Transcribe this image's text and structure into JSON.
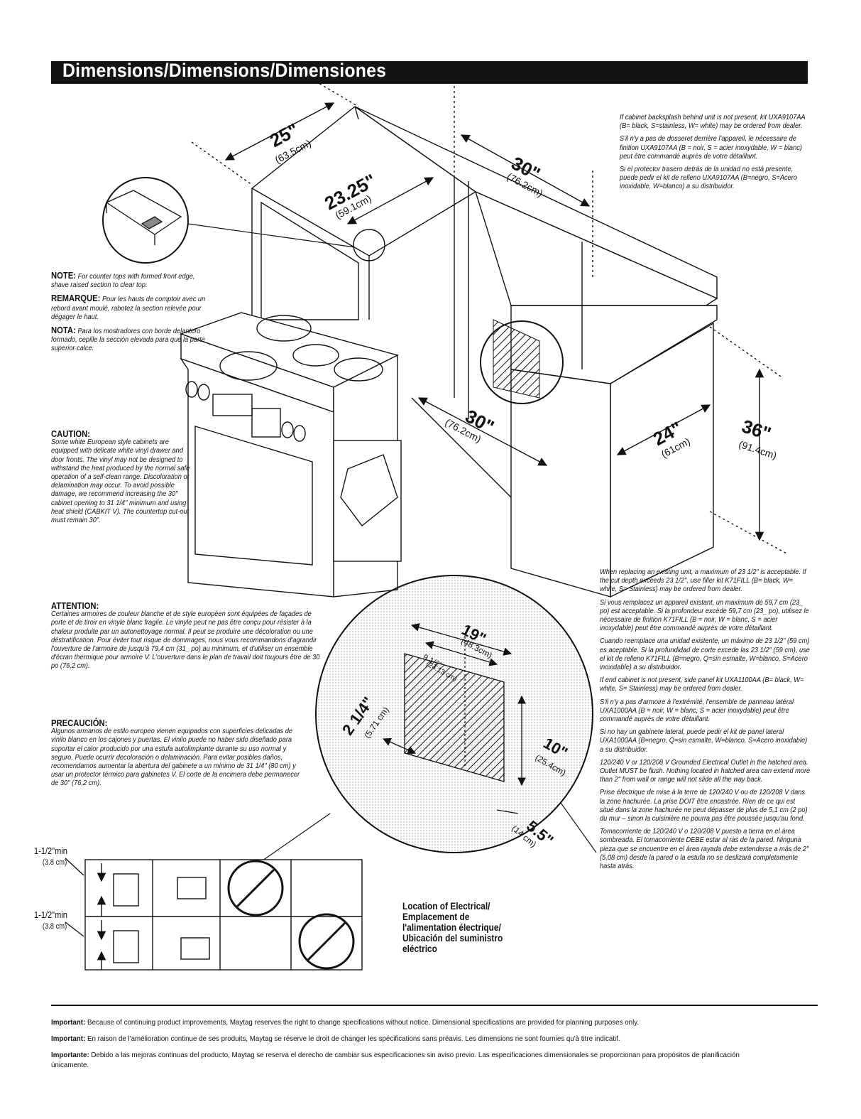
{
  "header": {
    "title": "Dimensions/Dimensions/Dimensiones"
  },
  "dimensions": {
    "depth_counter": {
      "imperial": "25\"",
      "metric": "(63.5cm)"
    },
    "depth_cabinet": {
      "imperial": "23.25\"",
      "metric": "(59.1cm)"
    },
    "width_top": {
      "imperial": "30\"",
      "metric": "(76.2cm)"
    },
    "width_front": {
      "imperial": "30\"",
      "metric": "(76.2cm)"
    },
    "cabinet_depth": {
      "imperial": "24\"",
      "metric": "(61cm)"
    },
    "height": {
      "imperial": "36\"",
      "metric": "(91.4cm)"
    },
    "outlet_width": {
      "imperial": "19\"",
      "metric": "(48.3cm)"
    },
    "outlet_inner": {
      "imperial": "9 1/2\"",
      "metric": "(24.13 cm)"
    },
    "outlet_depth": {
      "imperial": "2 1/4\"",
      "metric": "(5.71 cm)"
    },
    "outlet_height": {
      "imperial": "10\"",
      "metric": "(25.4cm)"
    },
    "outlet_offset": {
      "imperial": "5.5\"",
      "metric": "(14 cm)"
    }
  },
  "notes_left": {
    "note_label": "NOTE:",
    "note_text": "For counter tops with formed front edge, shave raised section to clear top.",
    "remarque_label": "REMARQUE:",
    "remarque_text": "Pour les hauts de comptoir avec un rebord avant moulé, rabotez la section relevée pour dégager le haut.",
    "nota_label": "NOTA:",
    "nota_text": "Para los mostradores con borde delantero formado, cepille la sección elevada para que la parte superior calce.",
    "caution_label": "CAUTION:",
    "caution_text": "Some white European style cabinets are equipped with delicate white vinyl drawer and door fronts. The vinyl may not be designed to withstand the heat produced by the normal safe operation of a self-clean range. Discoloration or delamination may occur. To avoid possible damage, we recommend increasing the 30\" cabinet opening to 31 1/4\" minimum and using heat shield (CABKIT V). The countertop cut-out must remain 30\".",
    "attention_label": "ATTENTION:",
    "attention_text": "Certaines armoires de couleur blanche et de style européen sont équipées de façades de porte et de tiroir en vinyle blanc fragile. Le vinyle peut ne pas être conçu pour résister à la chaleur produite par un autonettoyage normal. Il peut se produire une décoloration ou une déstratification. Pour éviter tout risque de dommages, nous vous recommandons d'agrandir l'ouverture de l'armoire de jusqu'à 79,4 cm (31_ po) au minimum, et d'utiliser un ensemble d'écran thermique pour armoire V. L'ouverture dans le plan de travail doit toujours être de 30 po (76,2 cm).",
    "precaucion_label": "PRECAUCIÓN:",
    "precaucion_text": "Algunos armarios de estilo europeo vienen equipados con superficies delicadas de vinilo blanco en los cajones y puertas. El vinilo puede no haber sido diseñado para soportar el calor producido por una estufa autolimpiante durante su uso normal y seguro. Puede ocurrir decoloración o delaminación. Para evitar posibles daños, recomendamos aumentar la abertura del gabinete a un mínimo de 31 1/4\" (80 cm) y usar un protector térmico para gabinetes V. El corte de la encimera debe permanecer de 30\" (76,2 cm)."
  },
  "notes_right_top": [
    "If cabinet backsplash behind unit is not present, kit UXA9107AA (B= black, S=stainless, W= white) may be ordered from dealer.",
    "S'il n'y a pas de dosseret derrière l'appareil, le nécessaire de finition UXA9107AA (B = noir, S = acier inoxydable, W = blanc) peut être commandé auprès de votre détaillant.",
    "Si el protector trasero detrás de la unidad no está presente, puede pedir el kit de relleno UXA9107AA (B=negro, S=Acero inoxidable, W=blanco) a su distribuidor."
  ],
  "notes_right_bottom": [
    "When replacing an existing unit, a maximum of 23 1/2\" is acceptable. If the cut depth exceeds 23 1/2\", use filler kit K71FILL (B= black, W= white, S= Stainless) may be ordered from dealer.",
    "Si vous remplacez un appareil existant, un maximum de 59,7 cm (23_ po) est acceptable. Si la profondeur excède 59,7 cm (23_ po), utilisez le nécessaire de finition K71FILL (B = noir, W = blanc, S = acier inoxydable) peut être commandé auprès de votre détaillant.",
    "Cuando reemplace una unidad existente, un máximo de 23 1/2\" (59 cm) es aceptable. Si la profundidad de corte excede las 23 1/2\" (59 cm), use el kit de relleno K71FILL (B=negro, Q=sin esmalte, W=blanco, S=Acero inoxidable) a su distribuidor.",
    "If end cabinet is not present, side panel kit UXA1100AA (B= black, W= white, S= Stainless) may be ordered from dealer.",
    "S'il n'y a pas d'armoire à l'extrémité, l'ensemble de panneau latéral UXA1000AA (B = noir, W = blanc, S = acier inoxydable) peut être commandé auprès de votre détaillant.",
    "Si no hay un gabinete lateral, puede pedir el kit de panel lateral UXA1000AA (B=negro, Q=sin esmalte, W=blanco, S=Acero inoxidable) a su distribuidor.",
    "120/240 V or 120/208 V Grounded Electrical Outlet in the hatched area. Outlet MUST be flush. Nothing located in hatched area can extend more than 2\" from wall or range will not slide all the way back.",
    "Prise électrique de mise à la terre de 120/240 V ou de 120/208 V dans la zone hachurée. La prise DOIT être encastrée. Rien de ce qui est situé dans la zone hachurée ne peut dépasser de plus de 5,1 cm (2 po) du mur – sinon la cuisinière ne pourra pas être poussée jusqu'au fond.",
    "Tomacorriente de 120/240 V o 120/208 V puesto a tierra en el área sombreada. El tomacorriente DEBE estar al ras de la pared. Ninguna pieza que se encuentre en el área rayada debe extenderse a más de 2\" (5,08 cm) desde la pared o la estufa no se deslizará completamente hasta atrás."
  ],
  "electrical_caption": [
    "Location of Electrical/",
    "Emplacement de",
    "l'alimentation électrique/",
    "Ubicación del suministro",
    "eléctrico"
  ],
  "outlet_clearance": {
    "row1": {
      "imperial": "1-1/2\"min",
      "metric": "(3.8 cm)"
    },
    "row2": {
      "imperial": "1-1/2\"min",
      "metric": "(3.8 cm)"
    }
  },
  "footer": {
    "en_label": "Important:",
    "en_text": "Because of continuing product improvements, Maytag reserves the right to change specifications without notice. Dimensional specifications are provided for planning purposes only.",
    "fr_label": "Important:",
    "fr_text": "En raison de l'amélioration continue de ses produits, Maytag se réserve le droit de changer les spécifications sans préavis. Les dimensions ne sont fournies qu'à titre indicatif.",
    "es_label": "Importante:",
    "es_text": "Debido a las mejoras continuas del producto, Maytag se reserva el derecho de cambiar sus especificaciones sin aviso previo. Las especificaciones dimensionales se proporcionan para propósitos de planificación únicamente."
  },
  "colors": {
    "title_bar": "#141414",
    "line": "#111111",
    "paper": "#ffffff"
  }
}
